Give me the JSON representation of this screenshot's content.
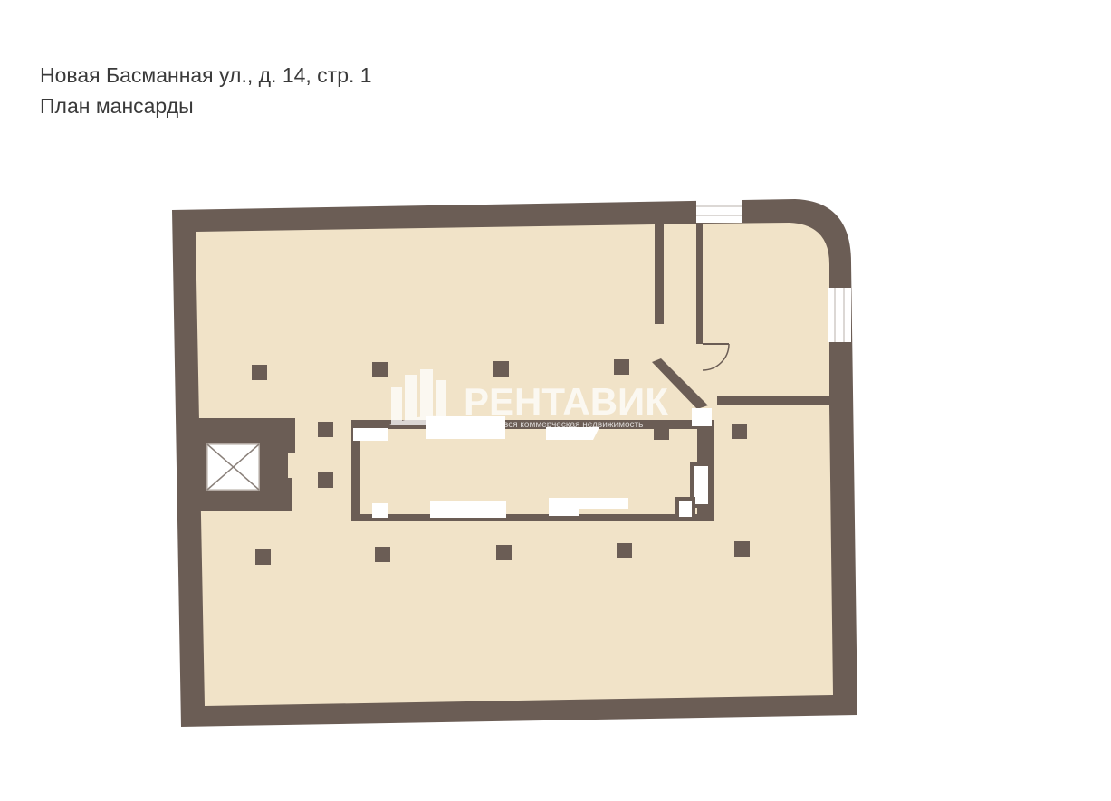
{
  "header": {
    "address": "Новая Басманная ул., д. 14, стр. 1",
    "plan_title": "План мансарды"
  },
  "watermark": {
    "brand": "РЕНТАВИК",
    "tagline": "вся коммерческая недвижимость"
  },
  "colors": {
    "wall": "#6b5d55",
    "floor": "#f1e3c8",
    "cutout": "#ffffff",
    "title_text": "#3a3a3a",
    "watermark": "#ffffff"
  },
  "icons": {
    "elevator": "elevator-shaft-cross-icon",
    "brand_logo": "building-logo-icon"
  }
}
